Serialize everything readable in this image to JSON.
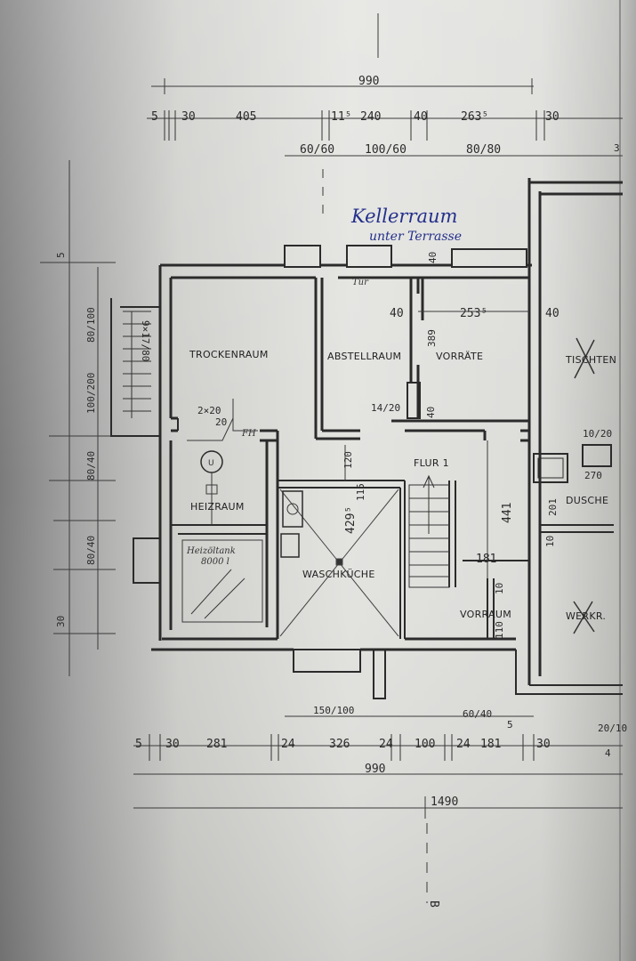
{
  "annotation": {
    "line1": "Kellerraum",
    "line2": "unter Terrasse",
    "tur": "Tür",
    "fh": "FH",
    "tank_line1": "Heizöltank",
    "tank_line2": "8000 l"
  },
  "rooms": {
    "trockenraum": "TROCKENRAUM",
    "abstellraum": "ABSTELLRAUM",
    "vorraete": "VORRÄTE",
    "heizraum": "HEIZRAUM",
    "waschkueche": "WASCHKÜCHE",
    "flur": "FLUR 1",
    "vorraum": "VORRAUM",
    "dusche": "DUSCHE",
    "tischten": "TISCHTEN",
    "werkr": "WERKR."
  },
  "dimensions": {
    "top_total": "990",
    "top_chain": [
      "5",
      "30",
      "405",
      "11⁵",
      "240",
      "40",
      "263⁵",
      "30"
    ],
    "top_windows": [
      "60/60",
      "100/60",
      "80/80"
    ],
    "wall_40_top": "40",
    "vor_40_left": "40",
    "vor_253": "253⁵",
    "vor_40_right": "40",
    "vor_389": "389",
    "door_14_20": "14/20",
    "door_40": "40",
    "heiz_2x20": "2×20",
    "heiz_20": "20",
    "dim_120": "120",
    "dim_115": "115",
    "wasch_429": "429⁵",
    "flur_441": "441",
    "flur_201": "201",
    "flur_181": "181",
    "flur_10": "10",
    "vorraum_110": "110",
    "vorraum_10": "10",
    "dusche_1020": "10/20",
    "dusche_270": "270",
    "stair_left": "9×17/80",
    "left_dims": [
      "80/100",
      "100/200",
      "80/40",
      "80/40",
      "30",
      "5"
    ],
    "bottom_window_1": "150/100",
    "bottom_window_2": "60/40",
    "bottom_5": "5",
    "bottom_chain": [
      "5",
      "30",
      "281",
      "24",
      "326",
      "24",
      "100",
      "24",
      "181",
      "30"
    ],
    "bottom_total": "990",
    "overall": "1490",
    "right_edge": [
      "3",
      "20/10",
      "4"
    ],
    "mark_b": "B"
  }
}
